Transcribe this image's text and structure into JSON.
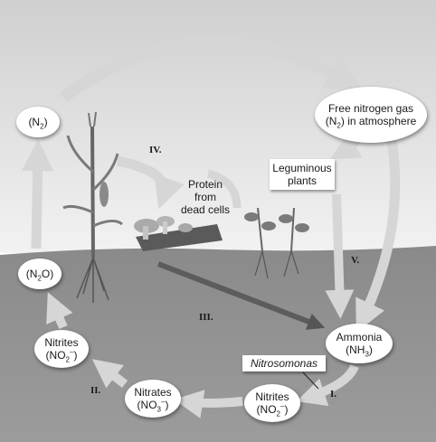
{
  "labels": {
    "n2_atmosphere": {
      "line1": "Free nitrogen gas",
      "line2_pre": "(N",
      "line2_sub": "2",
      "line2_post": ") in atmosphere"
    },
    "n2": {
      "pre": "(N",
      "sub": "2",
      "post": ")"
    },
    "n2o": {
      "pre": "(N",
      "sub": "2",
      "post": "O)"
    },
    "protein": {
      "line1": "Protein",
      "line2": "from",
      "line3": "dead cells"
    },
    "leguminous": {
      "line1": "Leguminous",
      "line2": "plants"
    },
    "ammonia": {
      "line1": "Ammonia",
      "line2_pre": "(NH",
      "line2_sub": "3",
      "line2_post": ")"
    },
    "nitrosomonas": "Nitrosomonas",
    "nitrites_left": {
      "line1": "Nitrites",
      "line2_pre": "(NO",
      "line2_sub": "2",
      "line2_sup": "–",
      "line2_post": ")"
    },
    "nitrites_right": {
      "line1": "Nitrites",
      "line2_pre": "(NO",
      "line2_sub": "2",
      "line2_sup": "–",
      "line2_post": ")"
    },
    "nitrates": {
      "line1": "Nitrates",
      "line2_pre": "(NO",
      "line2_sub": "3",
      "line2_sup": "–",
      "line2_post": ")"
    }
  },
  "roman": {
    "i": "I.",
    "ii": "II.",
    "iii": "III.",
    "iv": "IV.",
    "v": "V."
  }
}
